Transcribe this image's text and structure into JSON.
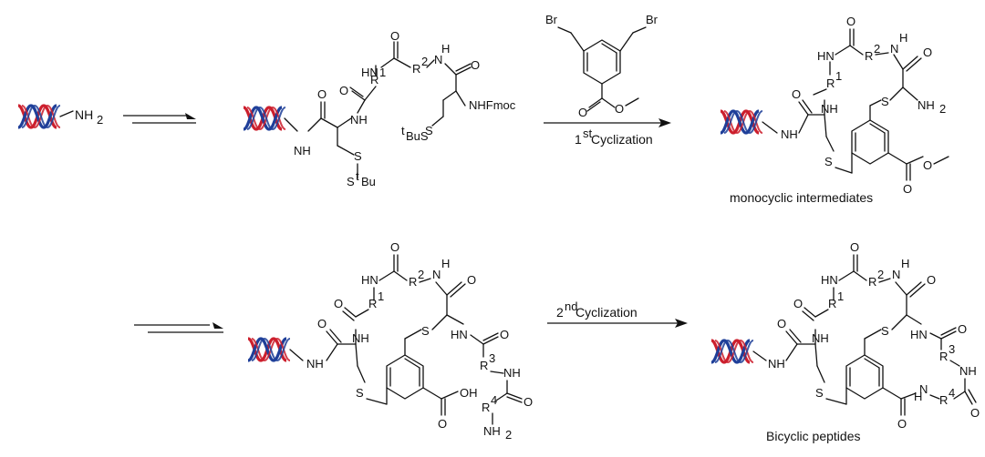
{
  "colors": {
    "strand_red": "#cc1f2d",
    "strand_blue": "#1f3f99",
    "ink": "#111111"
  },
  "dna_icon": "dna-double-helix-icon",
  "labels": {
    "nh2": "NH",
    "nh2_sub": "2",
    "br": "Br",
    "nhfmoc": "NHFmoc",
    "tbu_prefix": "t",
    "tbu": "BuS",
    "s_tbu_S": "S",
    "s_tbu_t": "t",
    "s_tbu_Bu": "Bu",
    "S": "S",
    "O": "O",
    "OH": "OH",
    "NH": "NH",
    "HN": "HN",
    "N": "N",
    "H": "H",
    "R": "R",
    "sup1": "1",
    "sup2": "2",
    "sup3": "3",
    "sup4": "4"
  },
  "reactions": {
    "step1_ord": "1",
    "step1_sup": "st",
    "step1_label": " Cyclization",
    "step2_ord": "2",
    "step2_sup": "nd",
    "step2_label": " Cyclization"
  },
  "captions": {
    "monocyclic": "monocyclic intermediates",
    "bicyclic": "Bicyclic peptides"
  }
}
